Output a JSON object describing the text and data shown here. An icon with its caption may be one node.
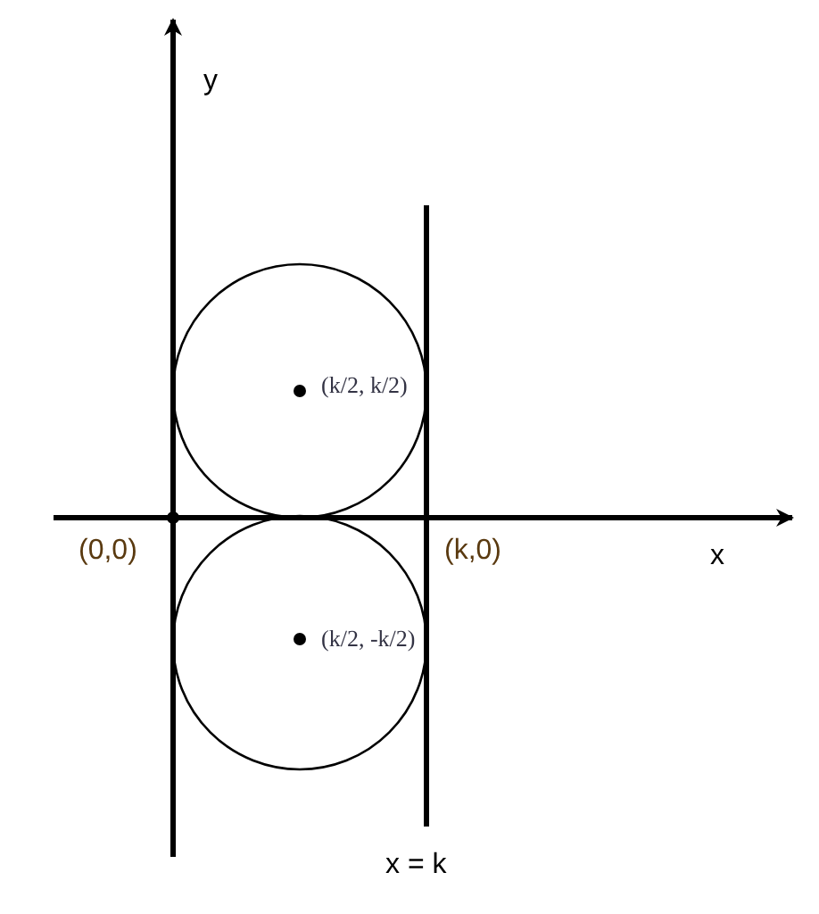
{
  "diagram": {
    "labels": [
      "y",
      "(0,0)",
      "(k,0)",
      "x",
      "x = k",
      "(k/2, k/2)",
      "(k/2, -k/2)"
    ]
  }
}
